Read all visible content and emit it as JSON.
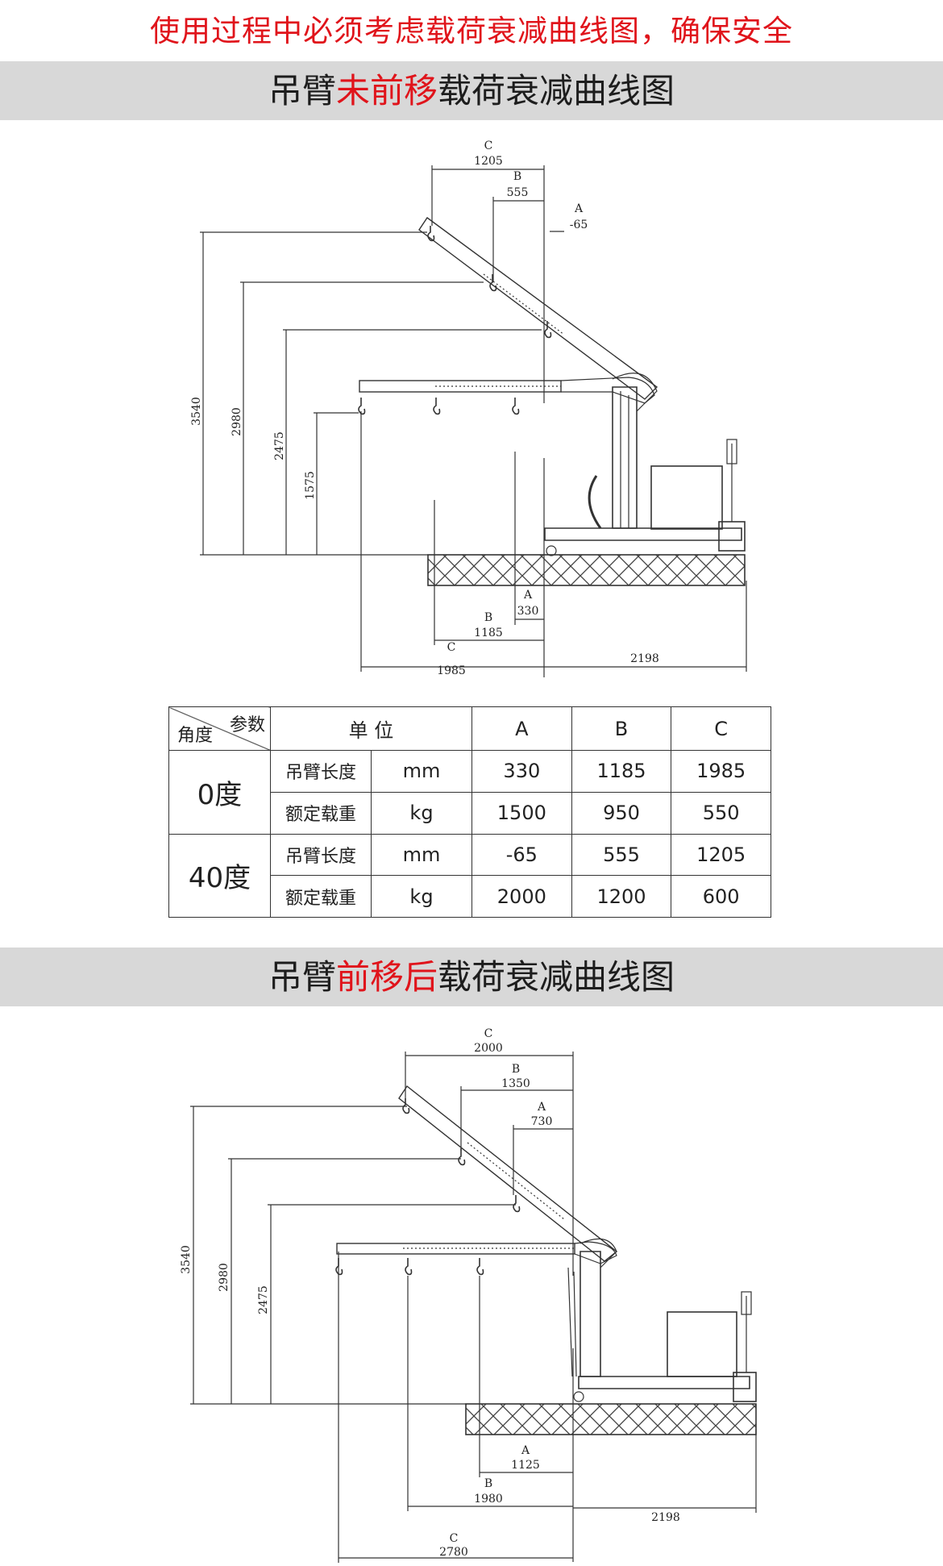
{
  "warning": "使用过程中必须考虑载荷衰减曲线图，确保安全",
  "section1": {
    "title_pre": "吊臂",
    "title_hl": "未前移",
    "title_post": "载荷衰减曲线图"
  },
  "section2": {
    "title_pre": "吊臂",
    "title_hl": "前移后",
    "title_post": "载荷衰减曲线图"
  },
  "diagram1": {
    "heights": [
      "3540",
      "2980",
      "2475",
      "1575"
    ],
    "top": {
      "C": "C",
      "C_val": "1205",
      "B": "B",
      "B_val": "555",
      "A": "A",
      "A_val": "-65"
    },
    "bottom": {
      "A": "A",
      "A_val": "330",
      "B": "B",
      "B_val": "1185",
      "C": "C",
      "C_val": "1985",
      "base": "2198"
    }
  },
  "diagram2": {
    "heights": [
      "3540",
      "2980",
      "2475"
    ],
    "top": {
      "C": "C",
      "C_val": "2000",
      "B": "B",
      "B_val": "1350",
      "A": "A",
      "A_val": "730"
    },
    "bottom": {
      "A": "A",
      "A_val": "1125",
      "B": "B",
      "B_val": "1980",
      "C": "C",
      "C_val": "2780",
      "base": "2198"
    }
  },
  "table": {
    "corner_top": "参数",
    "corner_bottom": "角度",
    "unit_header": "单  位",
    "col_a": "A",
    "col_b": "B",
    "col_c": "C",
    "rows": [
      {
        "angle": "0度",
        "param": "吊臂长度",
        "unit": "mm",
        "a": "330",
        "b": "1185",
        "c": "1985"
      },
      {
        "param": "额定载重",
        "unit": "kg",
        "a": "1500",
        "b": "950",
        "c": "550"
      },
      {
        "angle": "40度",
        "param": "吊臂长度",
        "unit": "mm",
        "a": "-65",
        "b": "555",
        "c": "1205"
      },
      {
        "param": "额定载重",
        "unit": "kg",
        "a": "2000",
        "b": "1200",
        "c": "600"
      }
    ]
  },
  "colors": {
    "accent": "#e0141b",
    "band": "#d8d8d8"
  }
}
